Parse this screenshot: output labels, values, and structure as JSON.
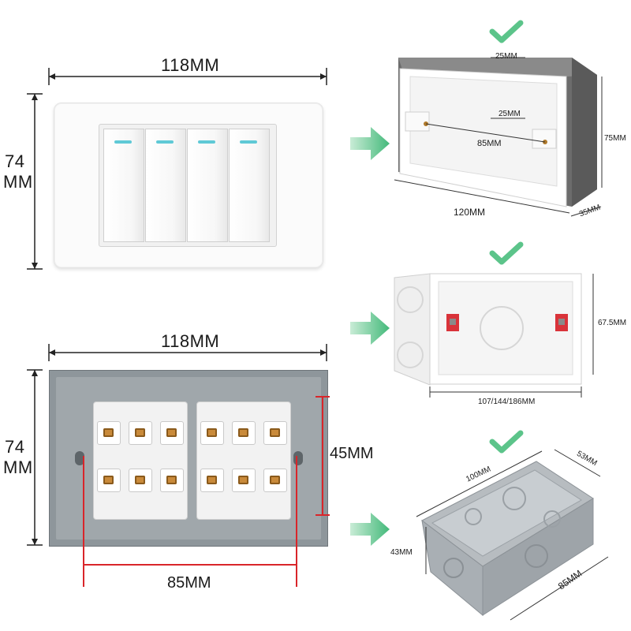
{
  "top_left": {
    "width_label": "118MM",
    "height_label_line1": "74",
    "height_label_line2": "MM"
  },
  "bottom_left": {
    "width_label": "118MM",
    "height_label_line1": "74",
    "height_label_line2": "MM",
    "vertical_spacing_label": "45MM",
    "horizontal_spacing_label": "85MM"
  },
  "box1": {
    "top_label": "25MM",
    "inner_label": "25MM",
    "hole_spacing_label": "85MM",
    "width_label": "120MM",
    "height_label": "75MM",
    "depth_label": "35MM"
  },
  "box2": {
    "height_label": "67.5MM",
    "width_label": "107/144/186MM"
  },
  "box3": {
    "top_label": "100MM",
    "side_label": "53MM",
    "height_label": "43MM",
    "bottom_label": "85MM"
  },
  "colors": {
    "check": "#5cc48a",
    "arrow": "#63c68a",
    "red_dimension": "#d9252a"
  },
  "icons": [
    "check-icon",
    "arrow-right-icon"
  ]
}
